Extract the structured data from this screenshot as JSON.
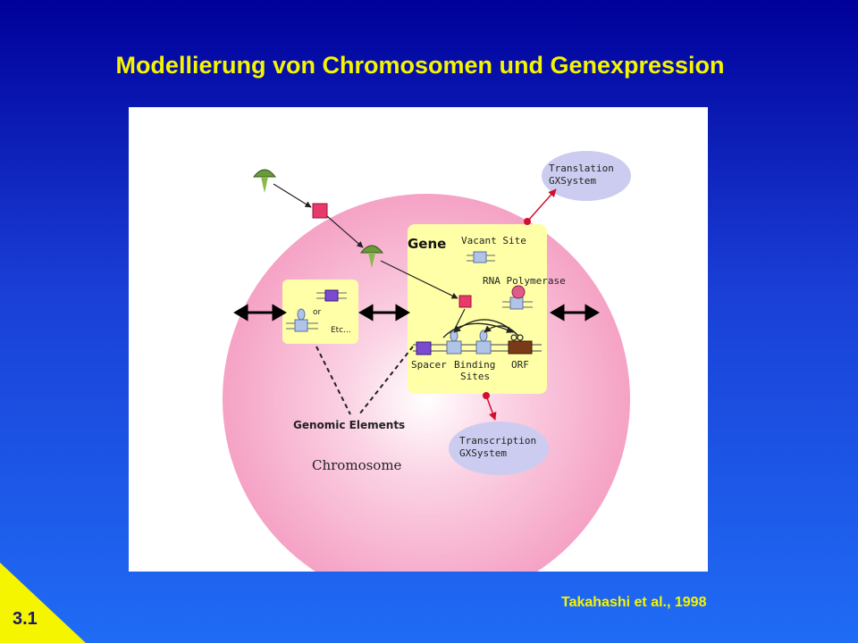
{
  "slide": {
    "title": "Modellierung von Chromosomen und Genexpression",
    "citation": "Takahashi et al., 1998",
    "slide_number": "3.1"
  },
  "diagram": {
    "gene_label": "Gene",
    "vacant_site": "Vacant Site",
    "rna_polymerase": "RNA Polymerase",
    "spacer": "Spacer",
    "binding_sites_line1": "Binding",
    "binding_sites_line2": "Sites",
    "orf": "ORF",
    "or_label": "or",
    "etc_label": "Etc...",
    "genomic_elements": "Genomic Elements",
    "chromosome": "Chromosome",
    "translation_line1": "Translation",
    "translation_line2": "GXSystem",
    "transcription_line1": "Transcription",
    "transcription_line2": "GXSystem"
  },
  "colors": {
    "chromosome_fill": "#f7a7c8",
    "gene_box": "#ffffa8",
    "bubble": "#ccccf0",
    "title_yellow": "#f5f500"
  }
}
